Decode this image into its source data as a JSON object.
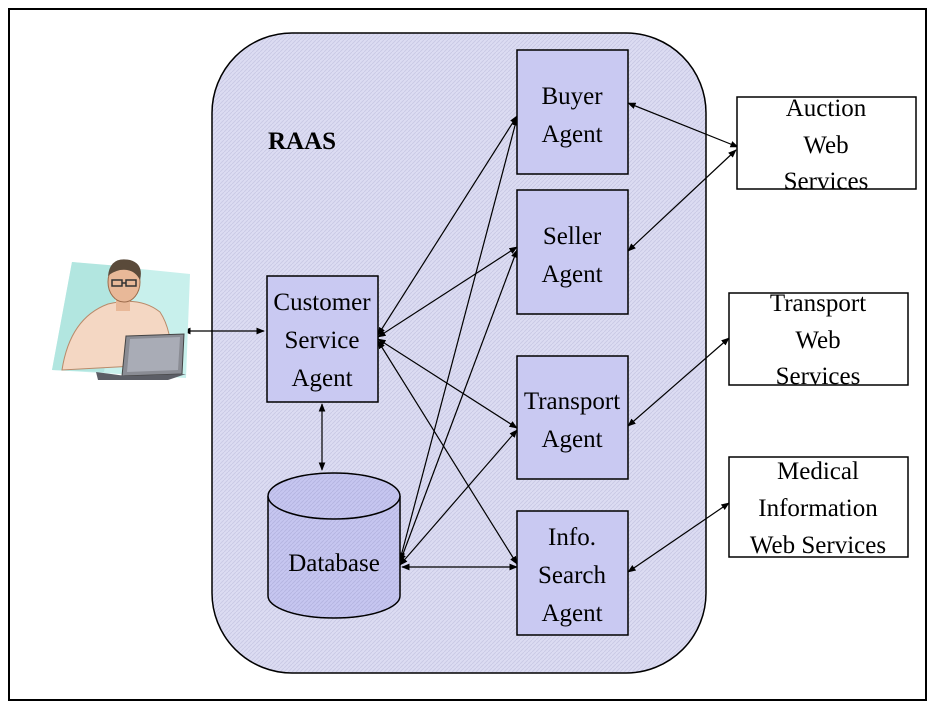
{
  "diagram": {
    "system_title": "RAAS",
    "agents": {
      "customer_service": [
        "Customer",
        "Service",
        "Agent"
      ],
      "buyer": [
        "Buyer",
        "Agent"
      ],
      "seller": [
        "Seller",
        "Agent"
      ],
      "transport": [
        "Transport",
        "Agent"
      ],
      "info_search": [
        "Info.",
        "Search",
        "Agent"
      ]
    },
    "database": "Database",
    "web_services": {
      "auction": [
        "Auction",
        "Web",
        "Services"
      ],
      "transport": [
        "Transport",
        "Web",
        "Services"
      ],
      "medical": [
        "Medical",
        "Information",
        "Web Services"
      ]
    },
    "icons": {
      "user": "user-at-laptop-icon"
    },
    "colors": {
      "system_fill": "#d8d8f0",
      "agent_fill": "#c9c9f2",
      "border": "#000000"
    }
  }
}
